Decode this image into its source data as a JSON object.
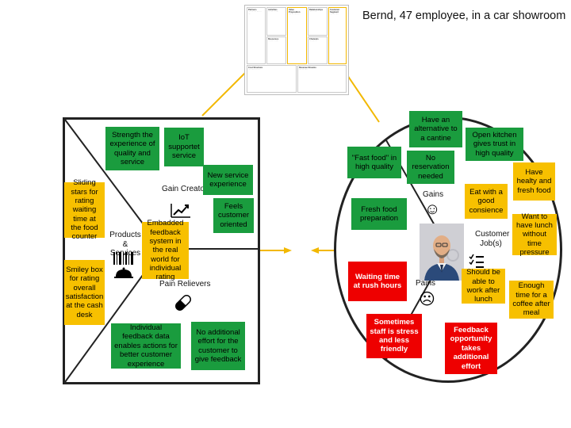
{
  "title": "Bernd, 47 employee, in a car showroom",
  "colors": {
    "green": "#1a9c3e",
    "yellow": "#f7c000",
    "red": "#ee0000",
    "frame": "#f2b800"
  },
  "canvas_thumbnail": {
    "headers": [
      "Partners",
      "Activities",
      "Value Proposition",
      "Relationships",
      "Customer Segment",
      "Resources",
      "Channels",
      "Cost Structure",
      "Revenue Streams"
    ]
  },
  "value_map": {
    "gain_creators_label": "Gain Creators",
    "products_services_label": "Products & Services",
    "pain_relievers_label": "Pain Relievers",
    "notes": {
      "strength_experience": "Strength the experience of quality and service",
      "iot_service": "IoT supportet service",
      "new_service_experience": "New service experience",
      "feels_customer_oriented": "Feels customer oriented",
      "sliding_stars": "Sliding stars for rating waiting time at the food counter",
      "smiley_box": "Smiley box for rating overall satisfaction at the cash desk",
      "embedded_feedback": "Embadded feedback system in the real world for individual rating",
      "individual_feedback": "Individual feedback data enables actions for better customer experience",
      "no_additional_effort": "No additional effort for the customer to give feedback"
    }
  },
  "customer_profile": {
    "gains_label": "Gains",
    "pains_label": "Pains",
    "jobs_label": "Customer Job(s)",
    "notes": {
      "fast_food": "\"Fast food\" in high quality",
      "alternative_cantine": "Have an alternative to a cantine",
      "no_reservation": "No reservation needed",
      "open_kitchen": "Open kitchen gives trust in high quality",
      "fresh_food_preparation": "Fresh food preparation",
      "good_conscience": "Eat with a good consience",
      "healthy_fresh": "Have healty and fresh food",
      "lunch_no_pressure": "Want to have lunch without time pressure",
      "work_after_lunch": "Should be able to work after lunch",
      "coffee_after_meal": "Enough time for a coffee after meal",
      "waiting_time": "Waiting time at rush hours",
      "staff_stress": "Sometimes staff is stress and less friendly",
      "feedback_opportunity": "Feedback opportunity takes additional effort"
    }
  }
}
